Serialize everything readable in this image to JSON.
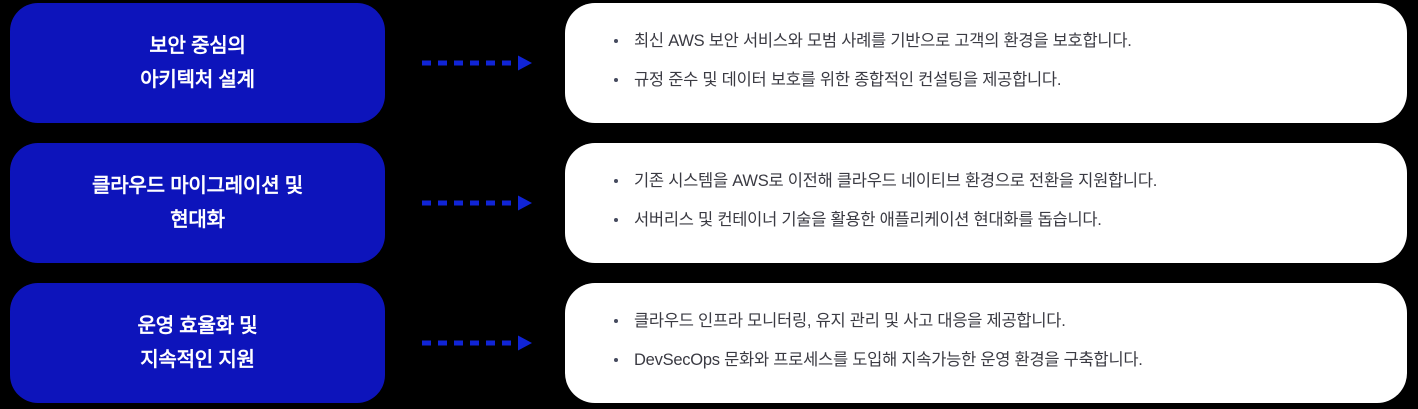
{
  "colors": {
    "background": "#000000",
    "card_blue": "#0D14BB",
    "card_white": "#FFFFFF",
    "arrow_blue": "#1024D6",
    "body_text": "#3A3A42",
    "title_text": "#FFFFFF"
  },
  "arrow_icon_name": "dashed-arrow-right-icon",
  "rows": [
    {
      "title": "보안 중심의\n아키텍처 설계",
      "bullets": [
        "최신 AWS 보안 서비스와 모범 사례를 기반으로 고객의 환경을 보호합니다.",
        "규정 준수 및 데이터 보호를 위한 종합적인 컨설팅을 제공합니다."
      ]
    },
    {
      "title": "클라우드 마이그레이션 및\n현대화",
      "bullets": [
        "기존 시스템을 AWS로 이전해 클라우드 네이티브 환경으로 전환을 지원합니다.",
        "서버리스 및 컨테이너 기술을 활용한 애플리케이션 현대화를 돕습니다."
      ]
    },
    {
      "title": "운영 효율화 및\n지속적인 지원",
      "bullets": [
        "클라우드 인프라 모니터링, 유지 관리 및 사고 대응을 제공합니다.",
        "DevSecOps 문화와 프로세스를 도입해 지속가능한 운영 환경을 구축합니다."
      ]
    }
  ]
}
